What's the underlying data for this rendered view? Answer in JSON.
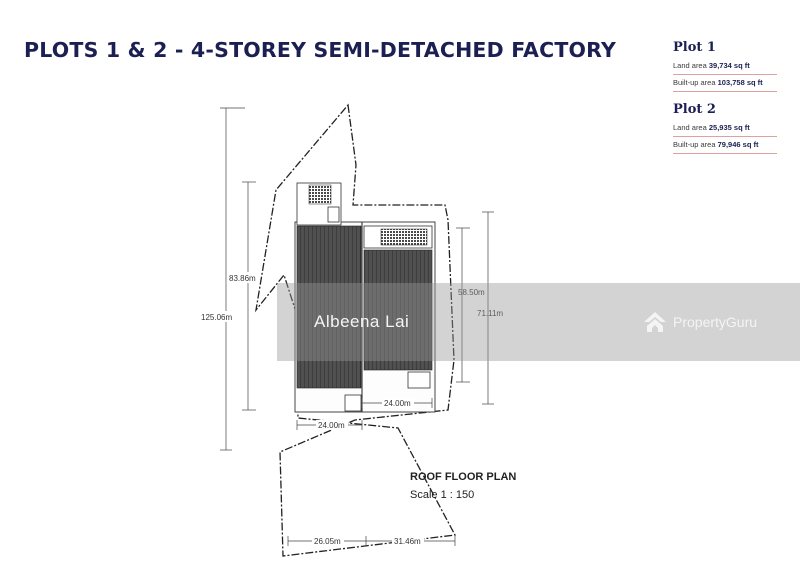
{
  "title": "PLOTS 1 & 2 - 4-STOREY SEMI-DETACHED FACTORY",
  "plots": [
    {
      "name": "Plot 1",
      "land_label": "Land area",
      "land_value": "39,734 sq ft",
      "built_label": "Built-up area",
      "built_value": "103,758 sq ft"
    },
    {
      "name": "Plot 2",
      "land_label": "Land area",
      "land_value": "25,935 sq ft",
      "built_label": "Built-up area",
      "built_value": "79,946 sq ft"
    }
  ],
  "plan": {
    "dim_total_height": "125.06m",
    "dim_inner_height": "83.86m",
    "dim_plot2_height": "58.50m",
    "dim_right_height": "71.11m",
    "dim_plot2_width": "24.00m",
    "dim_plot1_width": "24.00m",
    "dim_bottom_left": "26.05m",
    "dim_bottom_right": "31.46m",
    "caption": "ROOF FLOOR PLAN",
    "scale": "Scale 1 : 150"
  },
  "watermark": {
    "agent": "Albeena Lai",
    "brand": "PropertyGuru",
    "brand_icon": "propertyguru-logo-icon"
  }
}
